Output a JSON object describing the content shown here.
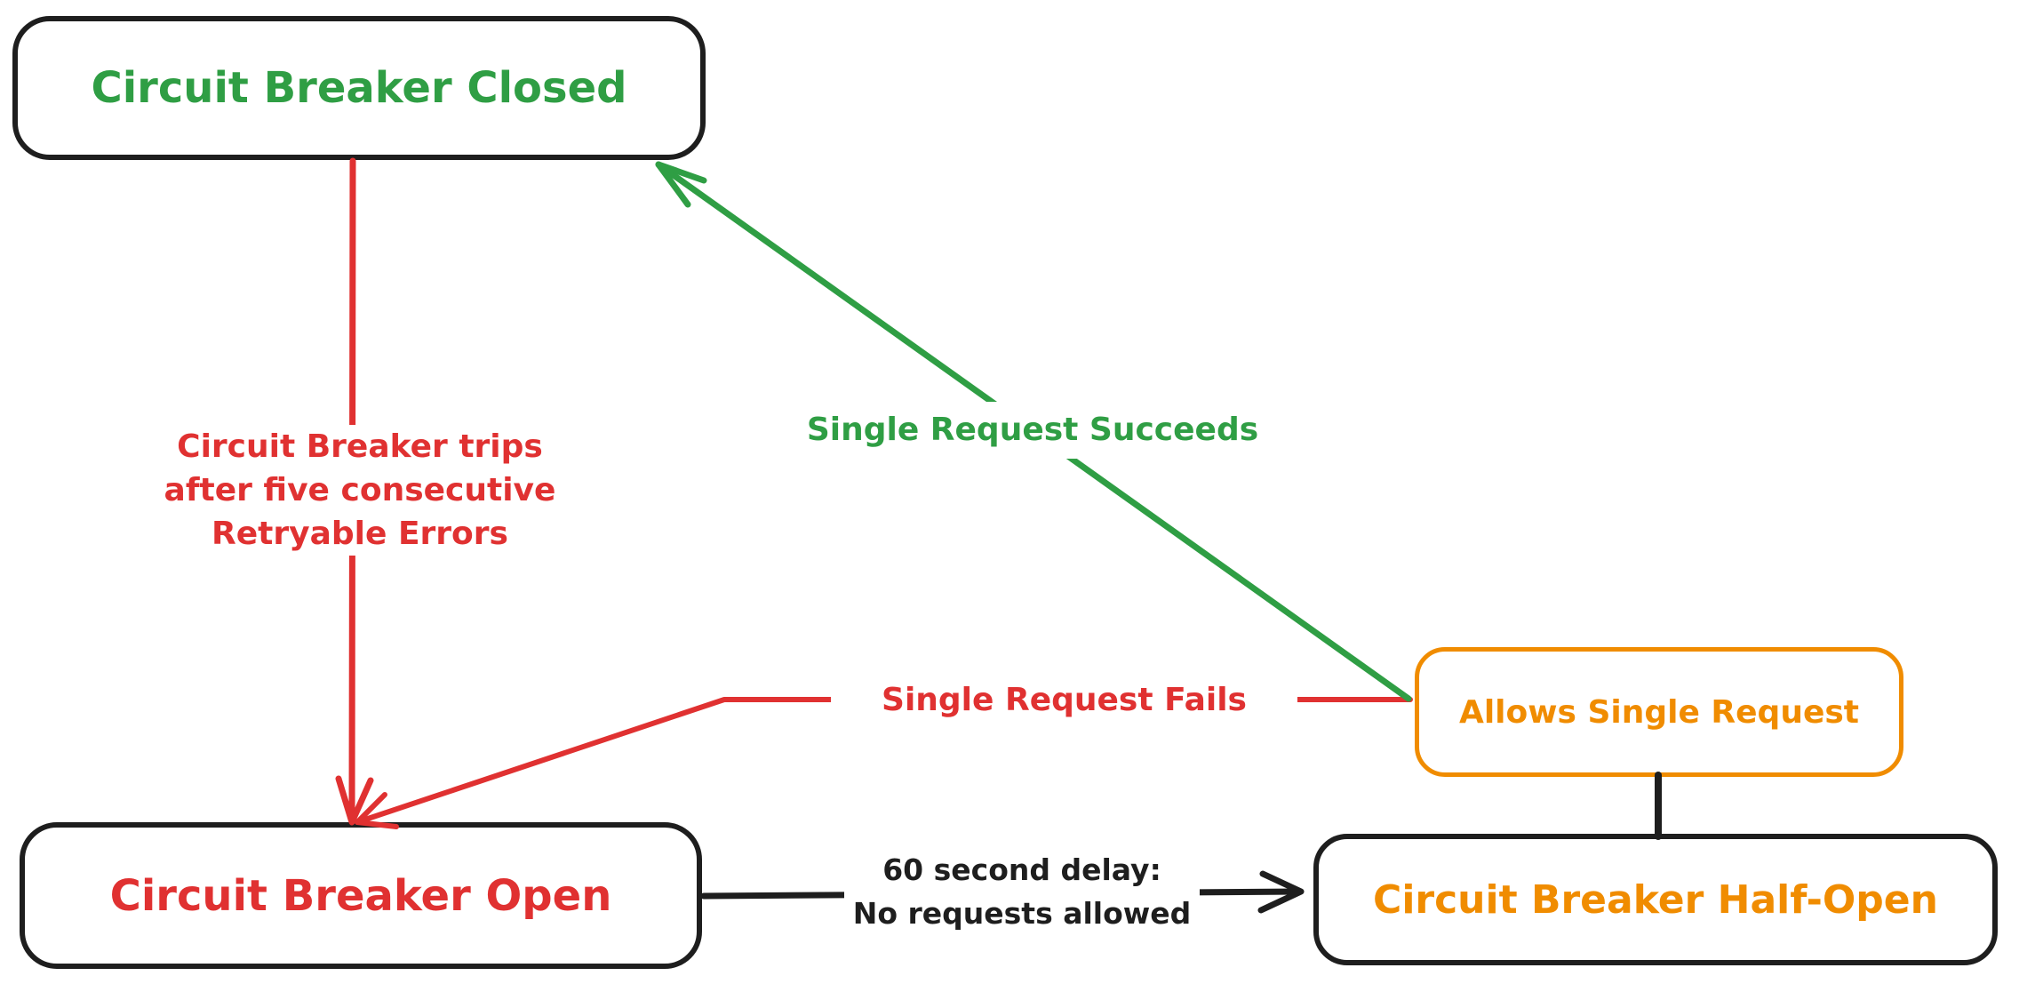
{
  "diagram_title": "Circuit Breaker state diagram",
  "colors": {
    "green": "#2f9e44",
    "red": "#e03131",
    "orange": "#f08c00",
    "ink": "#1e1e1e",
    "background": "#ffffff"
  },
  "nodes": {
    "closed": {
      "label": "Circuit Breaker Closed",
      "text_color": "#2f9e44",
      "border_color": "#1e1e1e"
    },
    "open": {
      "label": "Circuit Breaker Open",
      "text_color": "#e03131",
      "border_color": "#1e1e1e"
    },
    "allows_single_request": {
      "label": "Allows Single Request",
      "text_color": "#f08c00",
      "border_color": "#f08c00"
    },
    "half_open": {
      "label": "Circuit Breaker Half-Open",
      "text_color": "#f08c00",
      "border_color": "#1e1e1e"
    }
  },
  "edges": {
    "trips": {
      "from": "closed",
      "to": "open",
      "color": "#e03131",
      "lines": [
        "Circuit Breaker trips",
        "after five consecutive",
        "Retryable Errors"
      ]
    },
    "succeeds": {
      "from": "allows_single_request",
      "to": "closed",
      "color": "#2f9e44",
      "label": "Single Request Succeeds"
    },
    "fails": {
      "from": "allows_single_request",
      "to": "open",
      "color": "#e03131",
      "label": "Single Request Fails"
    },
    "delay": {
      "from": "open",
      "to": "half_open",
      "color": "#1e1e1e",
      "lines": [
        "60 second delay:",
        "No requests allowed"
      ]
    },
    "attach": {
      "from": "allows_single_request",
      "to": "half_open",
      "color": "#1e1e1e",
      "label": ""
    }
  }
}
